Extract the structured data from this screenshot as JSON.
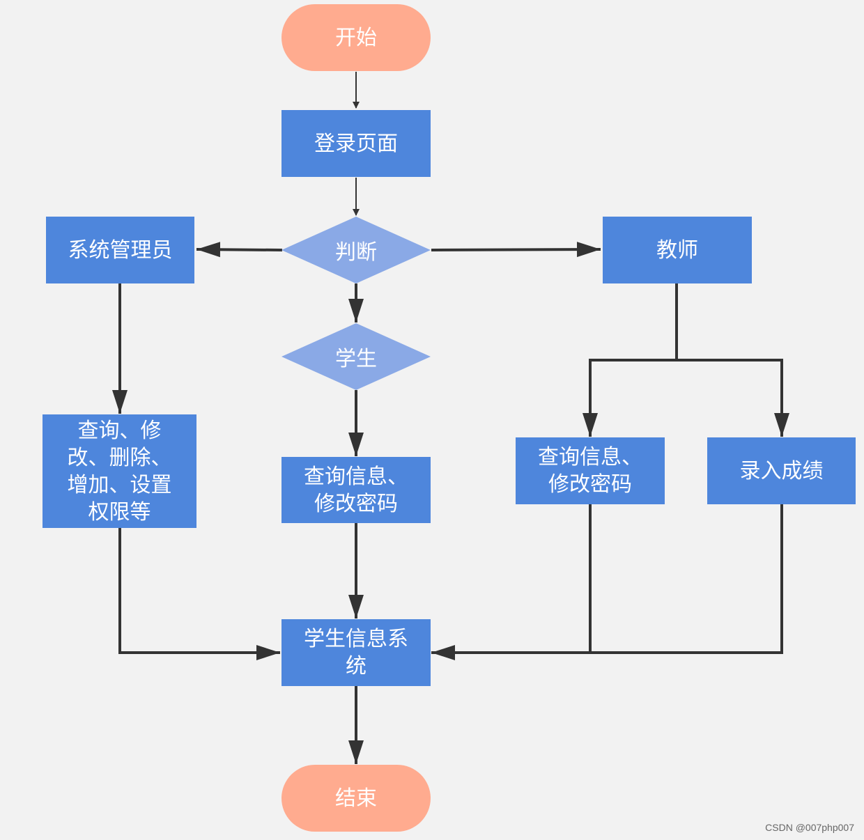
{
  "nodes": {
    "start": "开始",
    "login": "登录页面",
    "judge": "判断",
    "admin": "系统管理员",
    "teacher": "教师",
    "student": "学生",
    "admin_actions": [
      "查询、修",
      "改、删除、",
      "增加、设置",
      "权限等"
    ],
    "student_actions": [
      "查询信息、",
      "修改密码"
    ],
    "teacher_query": [
      "查询信息、",
      "修改密码"
    ],
    "teacher_grades": "录入成绩",
    "system": [
      "学生信息系",
      "统"
    ],
    "end": "结束"
  },
  "watermark": "CSDN @007php007",
  "colors": {
    "process": "#4e86dc",
    "terminal": "#ffab8f",
    "decision": "#8aa9e6",
    "connector": "#333333",
    "background": "#f2f2f2"
  }
}
